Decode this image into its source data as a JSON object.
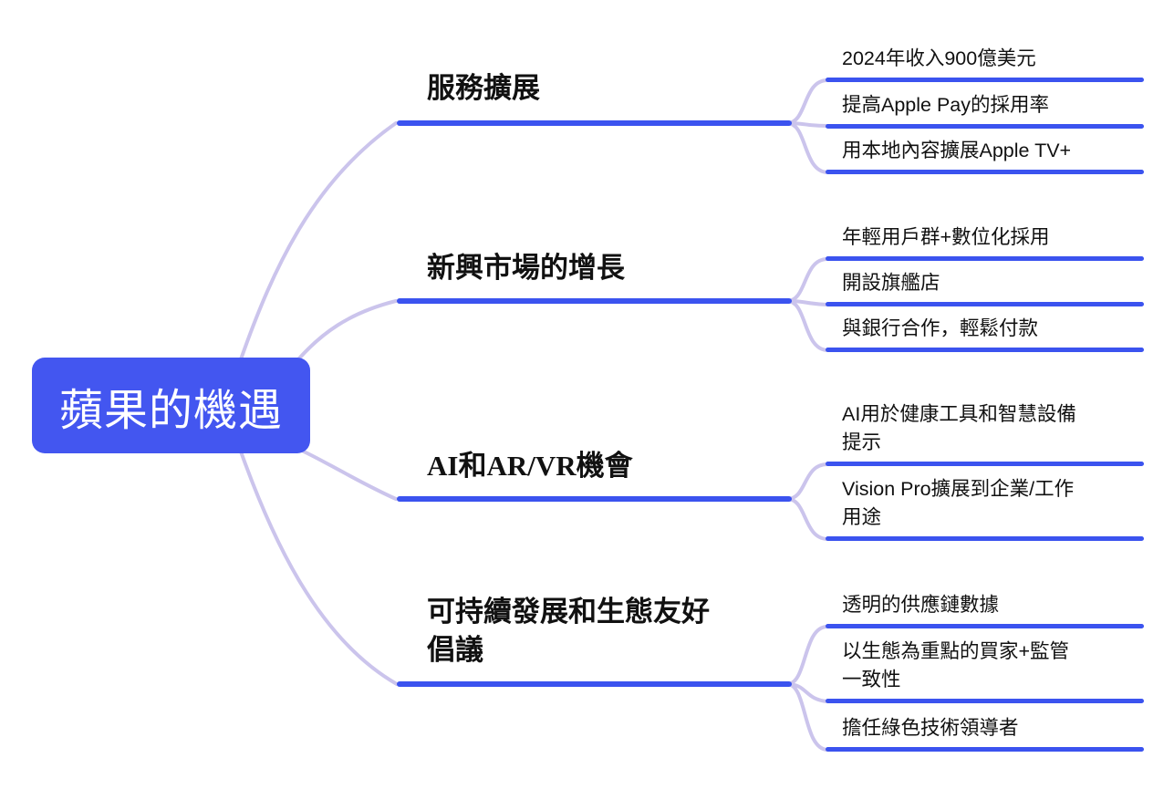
{
  "root": {
    "label": "蘋果的機遇"
  },
  "branches": [
    {
      "label": "服務擴展",
      "children": [
        "2024年收入900億美元",
        "提高Apple Pay的採用率",
        "用本地內容擴展Apple TV+"
      ]
    },
    {
      "label": "新興市場的增長",
      "children": [
        "年輕用戶群+數位化採用",
        "開設旗艦店",
        "與銀行合作，輕鬆付款"
      ]
    },
    {
      "label": "AI和AR/VR機會",
      "children": [
        "AI用於健康工具和智慧設備\n提示",
        "Vision Pro擴展到企業/工作\n用途"
      ]
    },
    {
      "label": "可持續發展和生態友好\n倡議",
      "children": [
        "透明的供應鏈數據",
        "以生態為重點的買家+監管\n一致性",
        "擔任綠色技術領導者"
      ]
    }
  ],
  "colors": {
    "node_blue": "#4356F0",
    "line_blue": "#3B53EF",
    "connector_lavender": "#CBC4EC",
    "text_black": "#111111",
    "root_text_white": "#FFFFFF",
    "background": "#FFFFFF"
  }
}
